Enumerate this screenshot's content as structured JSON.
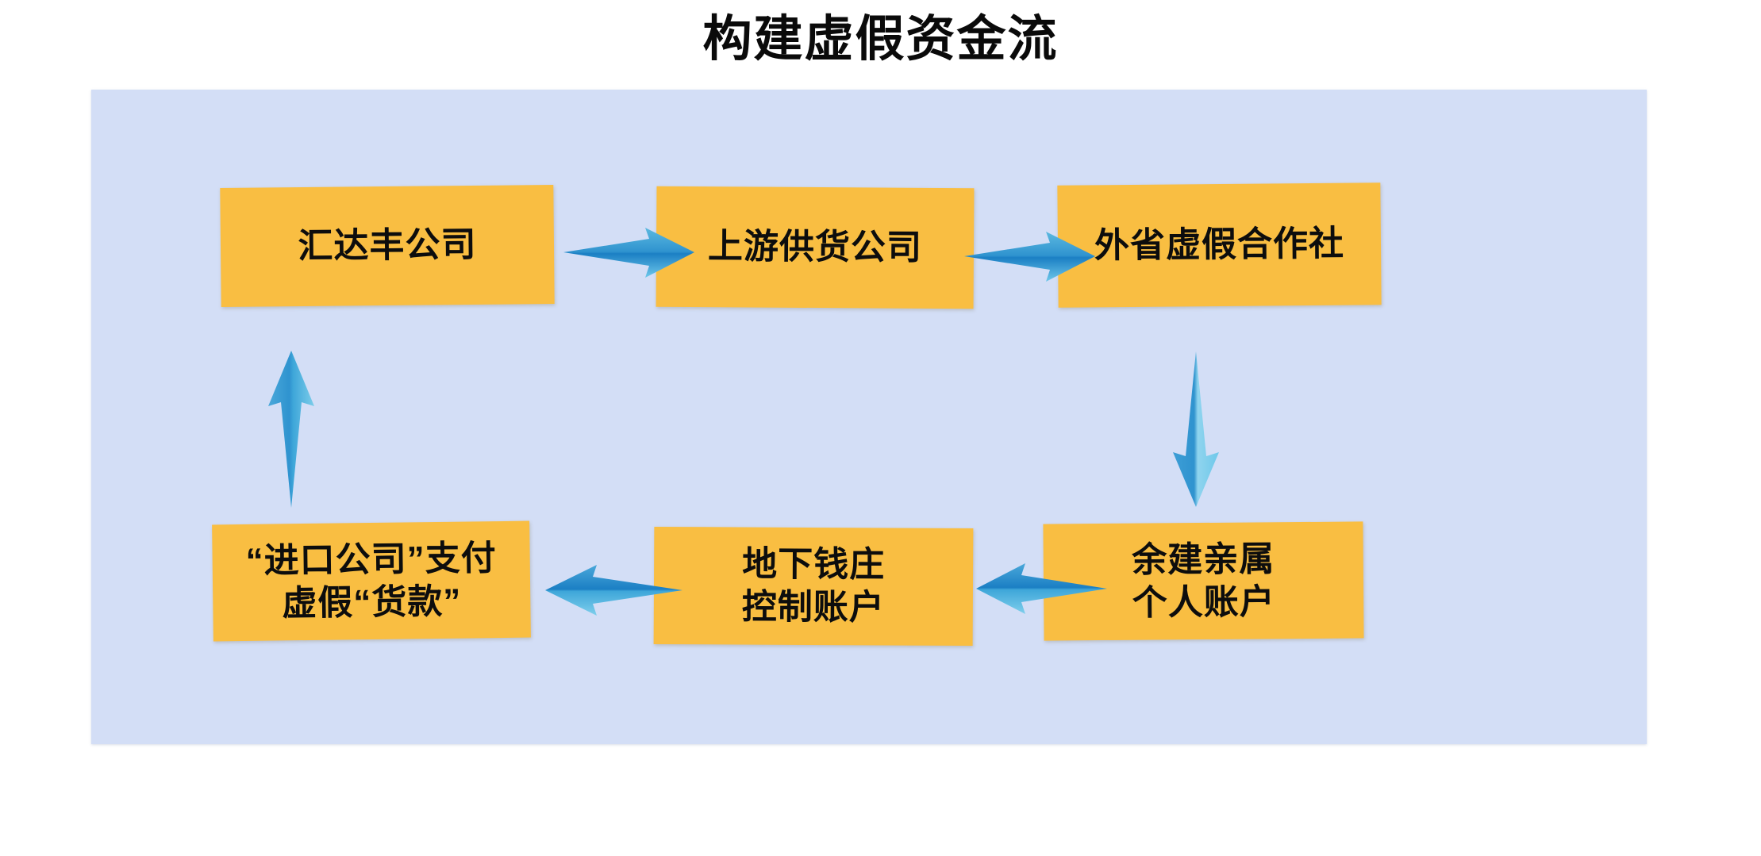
{
  "title": "构建虚假资金流",
  "colors": {
    "panel_background": "#d3def6",
    "node_fill": "#f9be42",
    "node_text": "#0d0d0d",
    "arrow_light": "#6dc6e8",
    "arrow_dark": "#1b7fc4",
    "page_background": "#ffffff"
  },
  "diagram": {
    "type": "flow-cycle",
    "nodes": [
      {
        "id": "huidafeng",
        "label": "汇达丰公司",
        "lines": [
          "汇达丰公司"
        ],
        "row": "top",
        "column": 1
      },
      {
        "id": "upstream",
        "label": "上游供货公司",
        "lines": [
          "上游供货公司"
        ],
        "row": "top",
        "column": 2
      },
      {
        "id": "coop",
        "label": "外省虚假合作社",
        "lines": [
          "外省虚假合作社"
        ],
        "row": "top",
        "column": 3
      },
      {
        "id": "import-pay",
        "label": "“进口公司”支付虚假“货款”",
        "lines": [
          "“进口公司”支付",
          "虚假“货款”"
        ],
        "row": "bottom",
        "column": 1
      },
      {
        "id": "underground-bank",
        "label": "地下钱庄控制账户",
        "lines": [
          "地下钱庄",
          "控制账户"
        ],
        "row": "bottom",
        "column": 2
      },
      {
        "id": "relative-account",
        "label": "余建亲属个人账户",
        "lines": [
          "余建亲属",
          "个人账户"
        ],
        "row": "bottom",
        "column": 3
      }
    ],
    "arrows": [
      {
        "id": "huidafeng-upstream",
        "from": "huidafeng",
        "to": "upstream",
        "direction": "right",
        "name": "arrow-right-icon"
      },
      {
        "id": "upstream-coop",
        "from": "upstream",
        "to": "coop",
        "direction": "right",
        "name": "arrow-right-icon"
      },
      {
        "id": "coop-relative",
        "from": "coop",
        "to": "relative-account",
        "direction": "down",
        "name": "arrow-down-icon"
      },
      {
        "id": "relative-bank",
        "from": "relative-account",
        "to": "underground-bank",
        "direction": "left",
        "name": "arrow-left-icon"
      },
      {
        "id": "bank-import",
        "from": "underground-bank",
        "to": "import-pay",
        "direction": "left",
        "name": "arrow-left-icon"
      },
      {
        "id": "import-huidafeng",
        "from": "import-pay",
        "to": "huidafeng",
        "direction": "up",
        "name": "arrow-up-icon"
      }
    ]
  }
}
